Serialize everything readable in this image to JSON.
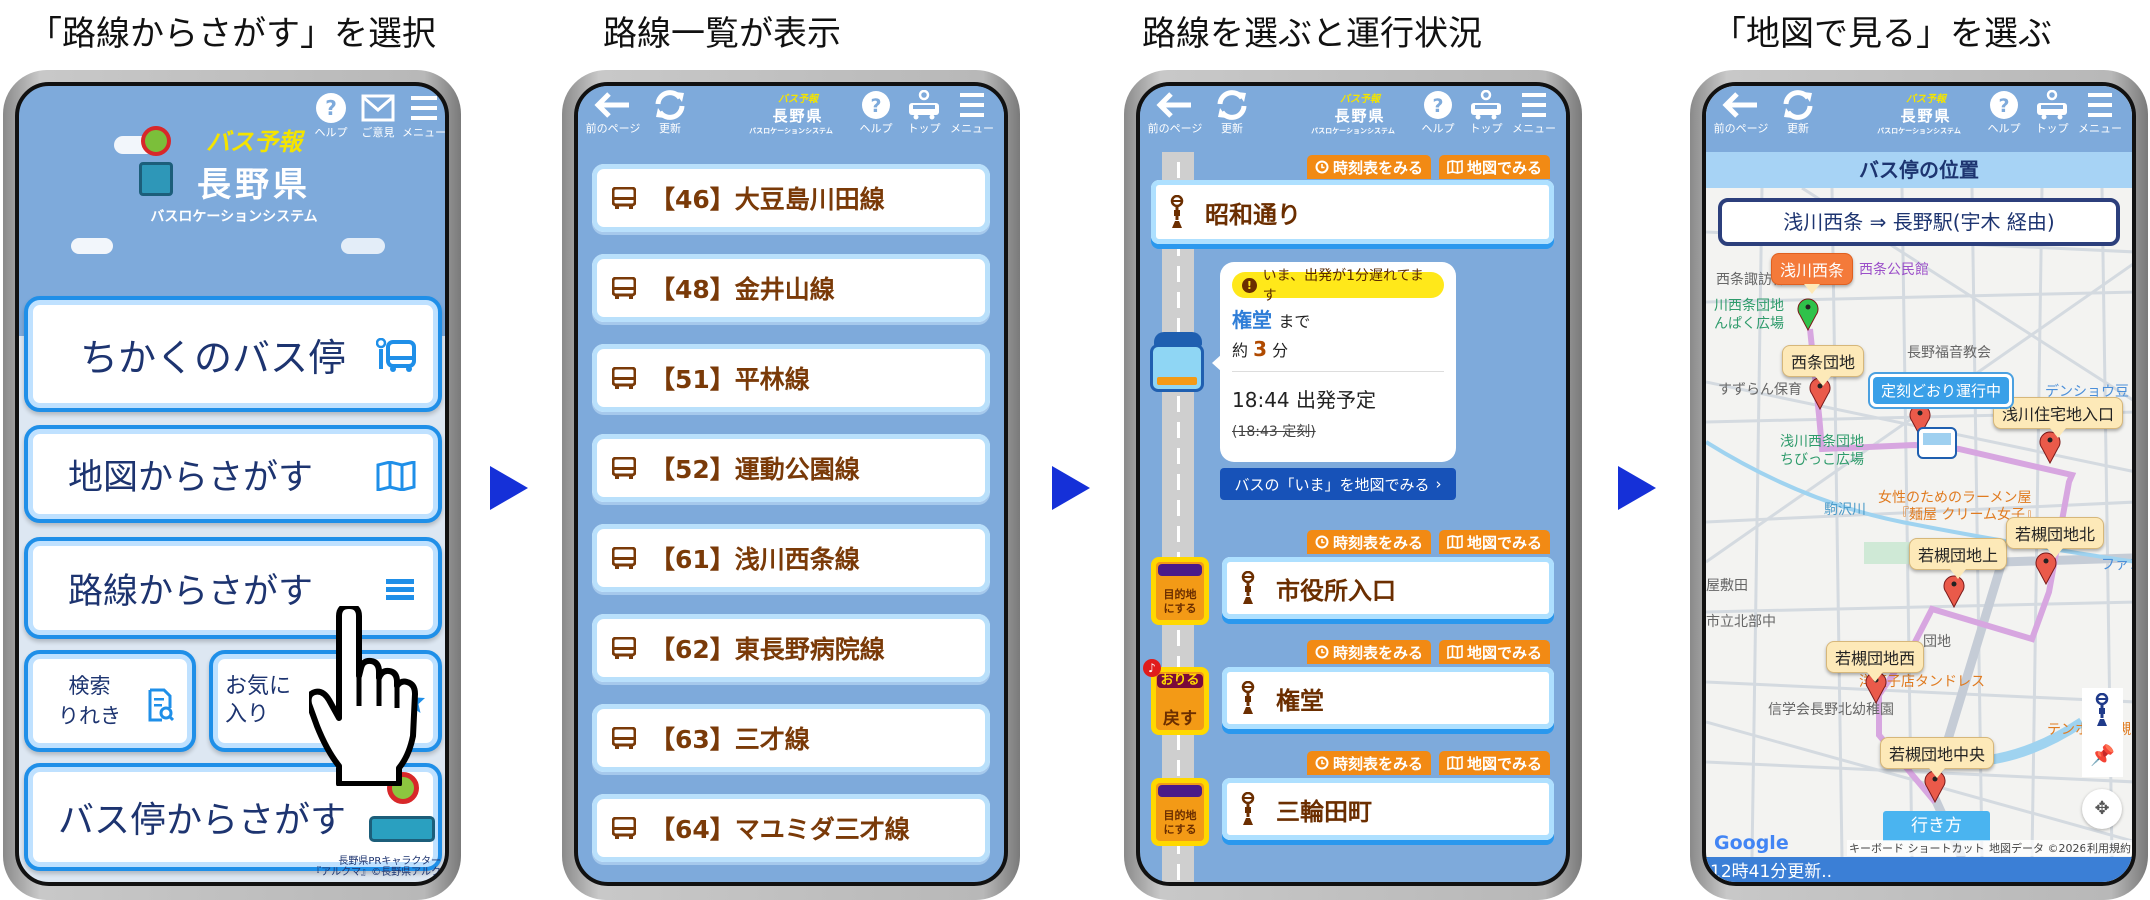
{
  "captions": [
    "「路線からさがす」を選択",
    "路線一覧が表示",
    "路線を選ぶと運行状況",
    "「地図で見る」を選ぶ"
  ],
  "colors": {
    "accent_blue": "#1f8fe8",
    "screen_bg": "#7eaadb",
    "orange": "#f28a14",
    "route_text": "#7a3a08",
    "step_arrow": "#1530d8",
    "route_line": "#d7a6e0"
  },
  "logo": {
    "line1": "バス予報",
    "line2": "長野県",
    "line3": "バスロケーションシステム"
  },
  "header": {
    "back": "前のページ",
    "refresh": "更新",
    "help": "ヘルプ",
    "feedback": "ご意見",
    "top": "トップ",
    "menu": "メニュー"
  },
  "home": {
    "nearby": "ちかくのバス停",
    "map_search": "地図からさがす",
    "route_search": "路線からさがす",
    "history_line1": "検索",
    "history_line2": "りれき",
    "favorites": "お気に入り",
    "stop_search": "バス停からさがす",
    "credit_line1": "長野県PRキャラクター",
    "credit_line2": "『アルクマ』©長野県アルク"
  },
  "routes": [
    "【46】大豆島川田線",
    "【48】金井山線",
    "【51】平林線",
    "【52】運動公園線",
    "【61】浅川西条線",
    "【62】東長野病院線",
    "【63】三才線",
    "【64】マユミダ三才線"
  ],
  "status": {
    "timetable_label": "時刻表をみる",
    "map_label": "地図でみる",
    "first_stop": "昭和通り",
    "delay_notice": "いま、出発が1分遅れてます",
    "dest": "権堂",
    "made": "まで",
    "approx": "約",
    "minutes": "3",
    "minutes_unit": "分",
    "departure": "18:44 出発予定",
    "scheduled": "(18:43 定刻)",
    "live_map_button": "バスの「いま」を地図でみる",
    "stops": [
      {
        "name": "市役所入口",
        "action": "目的地にする",
        "type": "set"
      },
      {
        "name": "権堂",
        "action_top": "おりる",
        "action": "戻す",
        "type": "alight"
      },
      {
        "name": "三輪田町",
        "action": "目的地にする",
        "type": "set"
      }
    ]
  },
  "map": {
    "title": "バス停の位置",
    "route": "浅川西条 ⇒ 長野駅(宇木 経由)",
    "bus_status": "定刻どおり運行中",
    "current_stop": "浅川西条",
    "stops": [
      "西条団地",
      "浅川住宅地入口",
      "若槻団地上",
      "若槻団地北",
      "若槻団地西",
      "若槻団地中央"
    ],
    "pois": [
      "西条諏訪神",
      "西条公民館",
      "川西条団地",
      "んぱく広場",
      "長野福音教会",
      "すずらん保育",
      "浅川西条団地",
      "ちびっこ広場",
      "デンショウ豆",
      "女性のためのラーメン屋",
      "『麺屋 クリーム女子』",
      "駒沢川",
      "屋敷田",
      "市立北部中",
      "団地",
      "洋菓子店タンドレス",
      "信学会長野北幼稚園",
      "テンホウ若槻",
      "ファン"
    ],
    "directions": "行き方",
    "google": "Google",
    "attribution": [
      "キーボード ショートカット",
      "地図データ ©2026",
      "利用規約"
    ],
    "updated": "12時41分更新.."
  }
}
